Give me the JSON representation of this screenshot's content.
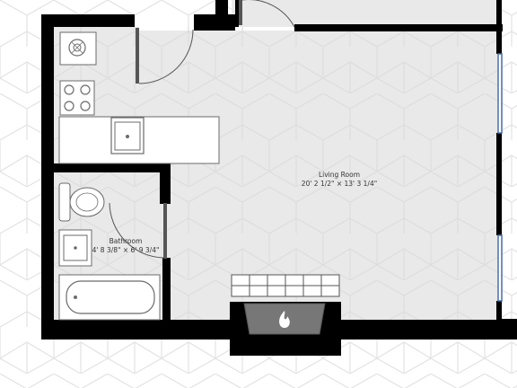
{
  "colors": {
    "background": "#ffffff",
    "floor": "#e9e9e9",
    "pattern": "#dcdcdc",
    "wall": "#000000",
    "fixture_fill": "#ffffff",
    "fixture_stroke": "#6b6b6b",
    "fireplace_fill": "#777777",
    "window": "#4a6fb0"
  },
  "rooms": {
    "living": {
      "name": "Living Room",
      "dimensions": "20' 2 1/2\" × 13' 3 1/4\""
    },
    "bathroom": {
      "name": "Bathroom",
      "dimensions": "4' 8 3/8\" × 6' 9 3/4\""
    }
  },
  "icons": {
    "fireplace": "flame-icon",
    "washer": "washer-icon",
    "cooktop": "cooktop-icon",
    "sink": "sink-icon",
    "toilet": "toilet-icon",
    "bathtub": "bathtub-icon"
  }
}
